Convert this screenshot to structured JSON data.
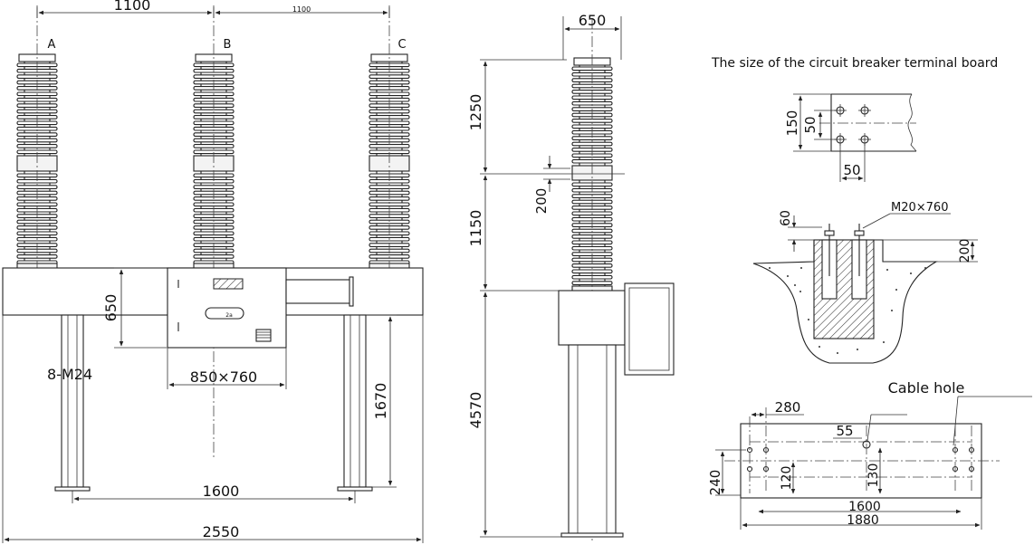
{
  "front_view": {
    "phase_a": "A",
    "phase_b": "B",
    "phase_c": "C",
    "dim_ab": "1100",
    "dim_bc": "1100",
    "dim_box_height": "650",
    "bolt_label": "8-M24",
    "dim_box_base": "850×760",
    "dim_leg_height": "1670",
    "dim_leg_spacing": "1600",
    "dim_total_width": "2550",
    "nameplate": "2a"
  },
  "side_view": {
    "dim_top_width": "650",
    "dim_upper_insulator": "1250",
    "dim_flange": "200",
    "dim_lower_insulator": "1150",
    "dim_support_height": "4570"
  },
  "terminal_board": {
    "title": "The size of the circuit breaker terminal board",
    "dim_height": "150",
    "dim_vertical_pitch": "50",
    "dim_horizontal_pitch": "50"
  },
  "foundation": {
    "dim_bolt_projection": "60",
    "bolt_label": "M20×760",
    "dim_depth": "200"
  },
  "base_plan": {
    "label": "Cable hole",
    "dim_offset": "280",
    "dim_hole": "55",
    "dim_width": "240",
    "dim_left_spacing": "120",
    "dim_right_spacing": "130",
    "dim_hole_spacing": "1600",
    "dim_total_length": "1880"
  }
}
